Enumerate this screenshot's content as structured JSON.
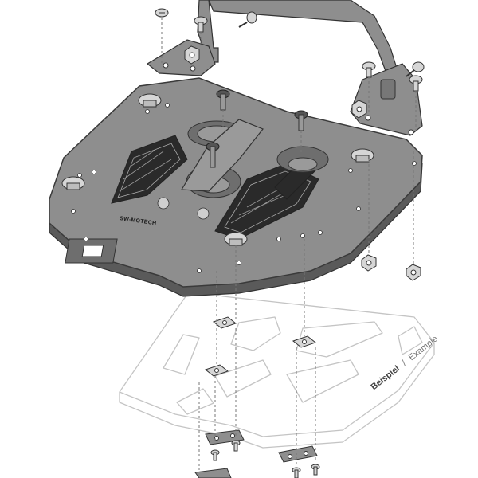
{
  "diagram": {
    "example_label": "Beispiel",
    "example_separator": "/",
    "example_label_en": "Example",
    "brand_mark": "SW-MOTECH",
    "colors": {
      "adapter_plate": "#8e8e8e",
      "plate_edge": "#3a3a3a",
      "hardware_fill": "#d6d6d6",
      "luggage_rack_outline": "#c8c8c8",
      "leader_lines": "#777777"
    }
  }
}
